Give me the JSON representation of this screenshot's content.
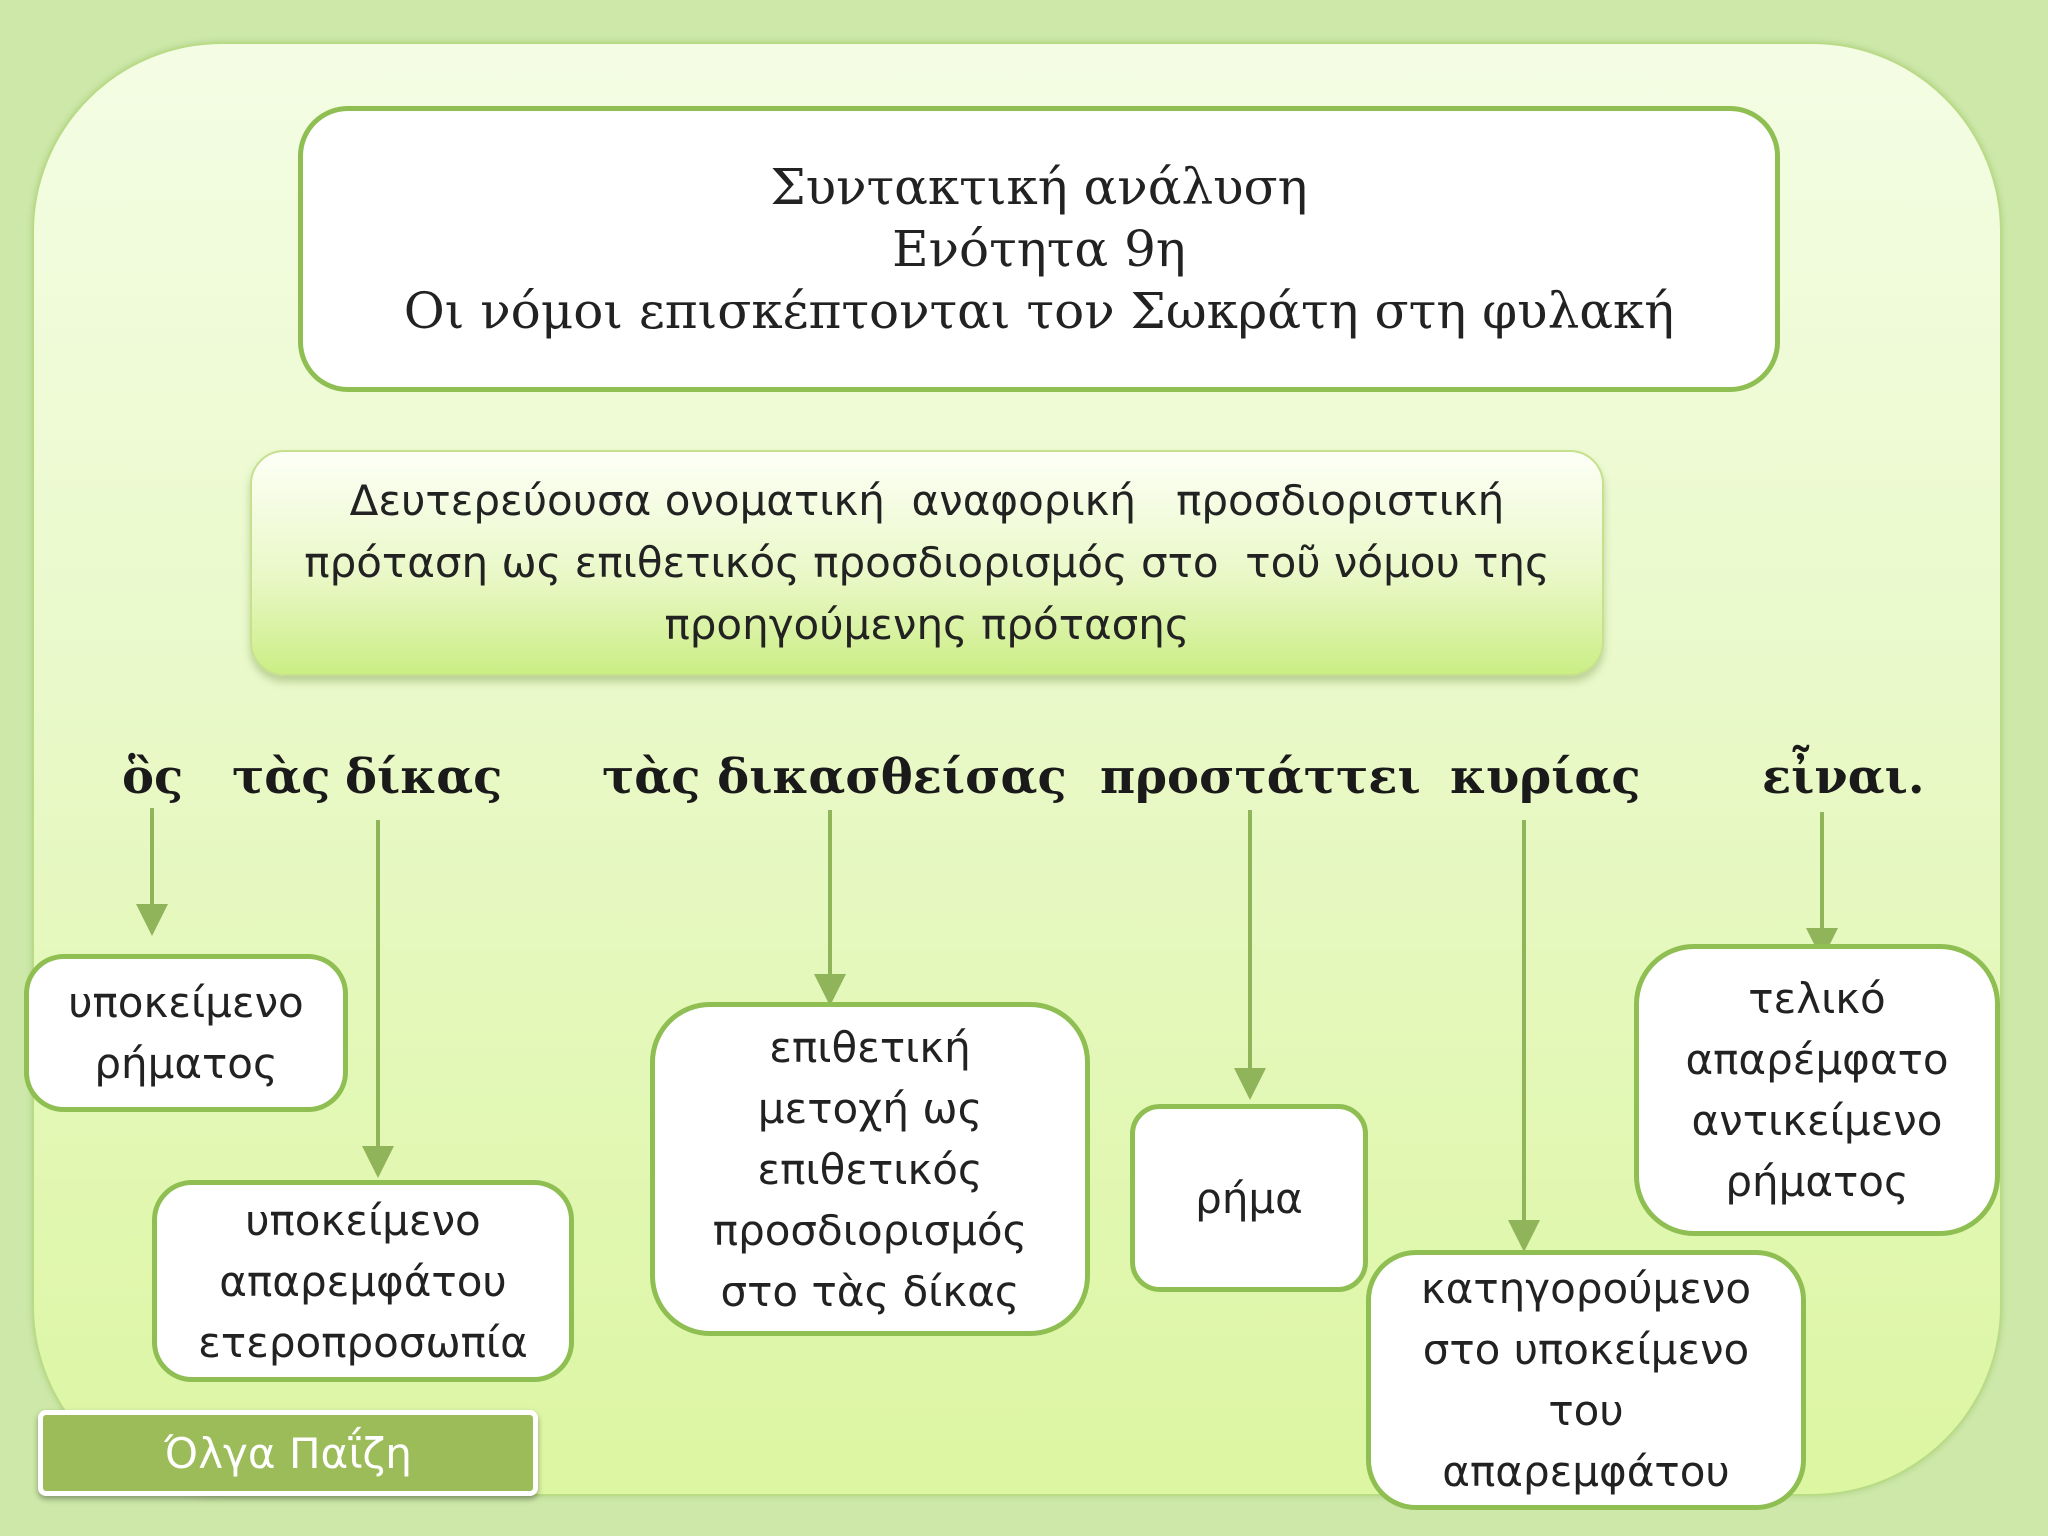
{
  "title": {
    "line1": "Συντακτική ανάλυση",
    "line2": "Ενότητα 9η",
    "line3": "Οι νόμοι επισκέπτονται τον Σωκράτη στη φυλακή"
  },
  "description": {
    "line1": "Δευτερεύουσα ονοματική  αναφορική   προσδιοριστική",
    "line2": "πρόταση ως επιθετικός προσδιορισμός στο  τοῦ νόμου της",
    "line3": "προηγούμενης πρότασης"
  },
  "sentence": {
    "w1": "ὃς",
    "w2": "τὰς",
    "w3": "δίκας",
    "w4": "τὰς δικασθείσας",
    "w5": "προστάττει",
    "w6": "κυρίας",
    "w7": "εἶναι."
  },
  "notes": {
    "n1": {
      "l1": "υποκείμενο",
      "l2": "ρήματος"
    },
    "n2": {
      "l1": "υποκείμενο",
      "l2": "απαρεμφάτου",
      "l3": "ετεροπροσωπία"
    },
    "n3": {
      "l1": "επιθετική",
      "l2": "μετοχή ως",
      "l3": "επιθετικός",
      "l4": "προσδιορισμός",
      "l5": "στο τὰς δίκας"
    },
    "n4": {
      "l1": "ρήμα"
    },
    "n5": {
      "l1": "κατηγορούμενο",
      "l2": "στο υποκείμενο",
      "l3": "του",
      "l4": "απαρεμφάτου"
    },
    "n6": {
      "l1": "τελικό",
      "l2": "απαρέμφατο",
      "l3": "αντικείμενο",
      "l4": "ρήματος"
    }
  },
  "author": "Όλγα Παΐζη",
  "colors": {
    "accent": "#8fbe52",
    "arrow": "#8fb45a",
    "author_bg": "#9cbc5a"
  }
}
